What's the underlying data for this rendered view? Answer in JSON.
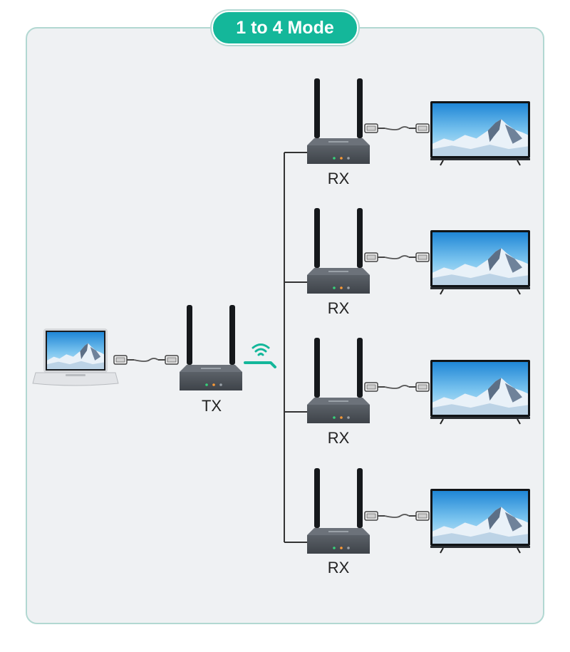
{
  "title": "1 to 4 Mode",
  "transmitter": {
    "label": "TX"
  },
  "receivers": [
    {
      "label": "RX"
    },
    {
      "label": "RX"
    },
    {
      "label": "RX"
    },
    {
      "label": "RX"
    }
  ],
  "colors": {
    "accent": "#14b79a",
    "panel_border": "#b2d8d2",
    "panel_bg": "#eff1f3",
    "device_body": "#4a4f55",
    "line": "#333333"
  },
  "icons": [
    "laptop-icon",
    "hdmi-cable-icon",
    "wifi-signal-icon",
    "tv-icon",
    "antenna-icon"
  ]
}
